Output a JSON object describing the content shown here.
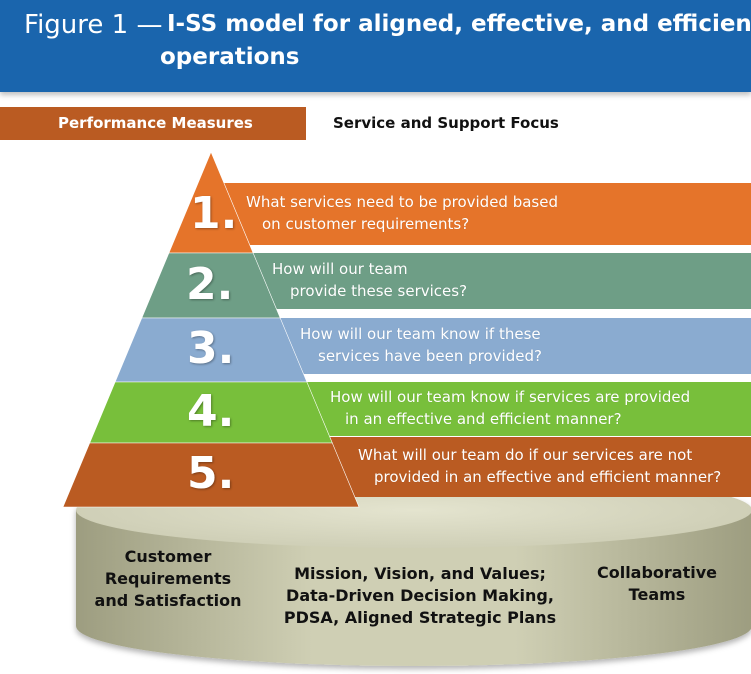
{
  "header": {
    "figure_label": "Figure 1 —",
    "title_line1": "I-SS model for aligned, effective, and efficient",
    "title_line2": "operations"
  },
  "performance_measures_label": "Performance Measures",
  "service_focus_label": "Service and Support Focus",
  "levels": [
    {
      "number": "1.",
      "line1": "What services need to be provided based",
      "line2": "on customer requirements?",
      "color": "#e5742a"
    },
    {
      "number": "2.",
      "line1": "How will our team",
      "line2": "provide these services?",
      "color": "#6e9e86"
    },
    {
      "number": "3.",
      "line1": "How will our team know if these",
      "line2": "services have been provided?",
      "color": "#8aabd0"
    },
    {
      "number": "4.",
      "line1": "How will our team know if services are provided",
      "line2": "in an effective and efficient manner?",
      "color": "#78bf3b"
    },
    {
      "number": "5.",
      "line1": "What will our team do if our services are not",
      "line2": "provided in an effective and efficient manner?",
      "color": "#ba5b22"
    }
  ],
  "base": {
    "left": [
      "Customer",
      "Requirements",
      "and Satisfaction"
    ],
    "center": [
      "Mission, Vision, and Values;",
      "Data-Driven Decision Making,",
      "PDSA, Aligned Strategic Plans"
    ],
    "right": [
      "Collaborative",
      "Teams"
    ]
  },
  "colors": {
    "header_blue": "#1a65ad",
    "performance_tab": "#ba5b22",
    "pedestal": "#c9c9ae"
  }
}
